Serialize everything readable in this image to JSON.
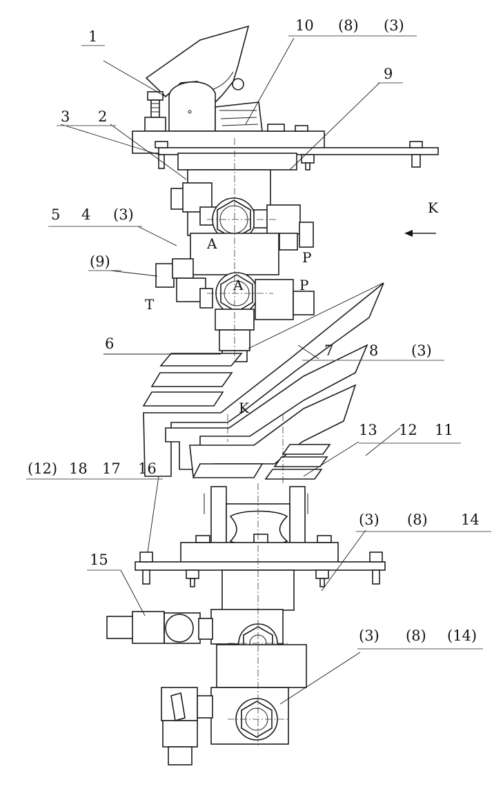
{
  "diagram": {
    "callouts": [
      {
        "id": "c1",
        "text": "1"
      },
      {
        "id": "c10",
        "text": "10"
      },
      {
        "id": "c8a",
        "text": "(8)"
      },
      {
        "id": "c3a",
        "text": "(3)"
      },
      {
        "id": "c9",
        "text": "9"
      },
      {
        "id": "c3",
        "text": "3"
      },
      {
        "id": "c2",
        "text": "2"
      },
      {
        "id": "c5",
        "text": "5"
      },
      {
        "id": "c4",
        "text": "4"
      },
      {
        "id": "c3b",
        "text": "(3)"
      },
      {
        "id": "c9b",
        "text": "(9)"
      },
      {
        "id": "c6",
        "text": "6"
      },
      {
        "id": "c7",
        "text": "7"
      },
      {
        "id": "c8",
        "text": "8"
      },
      {
        "id": "c3c",
        "text": "(3)"
      },
      {
        "id": "c13",
        "text": "13"
      },
      {
        "id": "c12",
        "text": "12"
      },
      {
        "id": "c11",
        "text": "11"
      },
      {
        "id": "c12b",
        "text": "(12)"
      },
      {
        "id": "c18",
        "text": "18"
      },
      {
        "id": "c17",
        "text": "17"
      },
      {
        "id": "c16",
        "text": "16"
      },
      {
        "id": "c3d",
        "text": "(3)"
      },
      {
        "id": "c8d",
        "text": "(8)"
      },
      {
        "id": "c14",
        "text": "14"
      },
      {
        "id": "c15",
        "text": "15"
      },
      {
        "id": "c3e",
        "text": "(3)"
      },
      {
        "id": "c8e",
        "text": "(8)"
      },
      {
        "id": "c14e",
        "text": "(14)"
      }
    ],
    "port_labels": {
      "a_upper": "A",
      "p_upper": "P",
      "a_lower": "A",
      "p_lower": "P",
      "t_lower": "T"
    },
    "view_labels": {
      "k_arrow": "K",
      "k_section": "K"
    }
  }
}
